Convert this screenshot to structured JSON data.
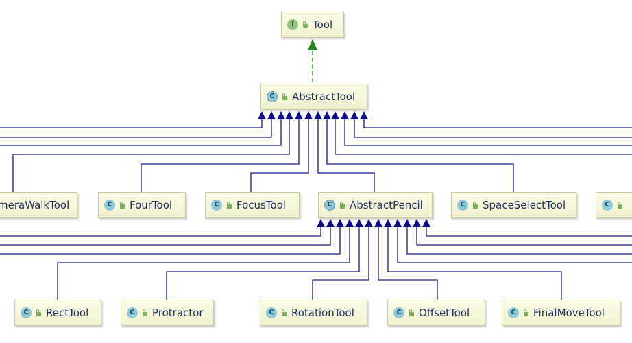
{
  "nodes": {
    "tool": {
      "name": "Tool",
      "kind": "I"
    },
    "abstract_tool": {
      "name": "AbstractTool",
      "kind": "C"
    },
    "camera_walk_tool": {
      "name": "meraWalkTool",
      "kind": "C"
    },
    "four_tool": {
      "name": "FourTool",
      "kind": "C"
    },
    "focus_tool": {
      "name": "FocusTool",
      "kind": "C"
    },
    "abstract_pencil": {
      "name": "AbstractPencil",
      "kind": "C"
    },
    "space_select_tool": {
      "name": "SpaceSelectTool",
      "kind": "C"
    },
    "offscreen_tool": {
      "name": "",
      "kind": "C"
    },
    "rect_tool": {
      "name": "RectTool",
      "kind": "C"
    },
    "protractor": {
      "name": "Protractor",
      "kind": "C"
    },
    "rotation_tool": {
      "name": "RotationTool",
      "kind": "C"
    },
    "offset_tool": {
      "name": "OffsetTool",
      "kind": "C"
    },
    "final_move_tool": {
      "name": "FinalMoveTool",
      "kind": "C"
    }
  },
  "colors": {
    "extends_edge": "#1a1a8c",
    "implements_edge": "#1b8a1b",
    "node_border": "#c9c99a",
    "node_text": "#1f2e5c"
  }
}
